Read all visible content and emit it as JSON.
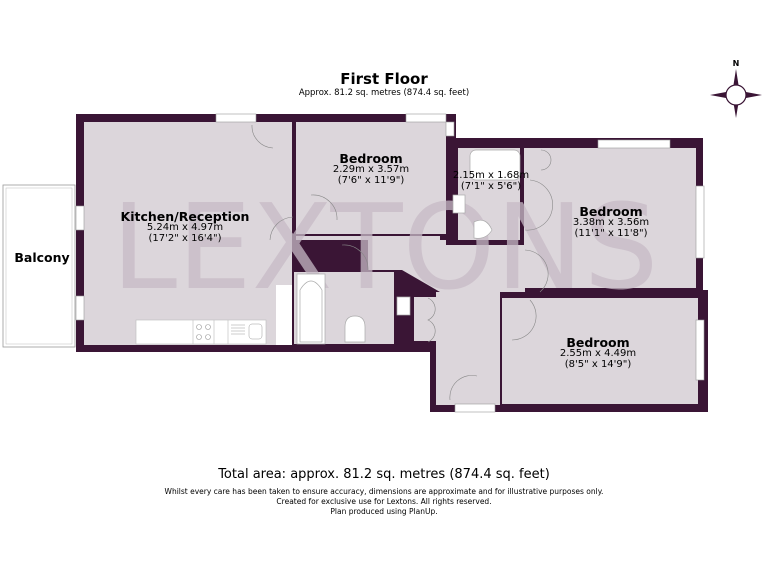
{
  "header": {
    "title": "First Floor",
    "subtitle": "Approx. 81.2 sq. metres (874.4 sq. feet)"
  },
  "compass": {
    "label": "N"
  },
  "watermark": "LEXTONS",
  "rooms": [
    {
      "id": "kitchen",
      "name": "Kitchen/Reception",
      "metric": "5.24m x 4.97m",
      "imperial": "(17'2\" x 16'4\")"
    },
    {
      "id": "bedroom1",
      "name": "Bedroom",
      "metric": "2.29m x 3.57m",
      "imperial": "(7'6\" x 11'9\")"
    },
    {
      "id": "ensuite",
      "name": "",
      "metric": "2.15m x 1.68m",
      "imperial": "(7'1\" x 5'6\")"
    },
    {
      "id": "bedroom2",
      "name": "Bedroom",
      "metric": "3.38m x 3.56m",
      "imperial": "(11'1\" x 11'8\")"
    },
    {
      "id": "bedroom3",
      "name": "Bedroom",
      "metric": "2.55m x 4.49m",
      "imperial": "(8'5\" x 14'9\")"
    },
    {
      "id": "balcony",
      "name": "Balcony",
      "metric": "",
      "imperial": ""
    }
  ],
  "footer": {
    "total": "Total area: approx. 81.2 sq. metres (874.4 sq. feet)",
    "disclaimer": "Whilst every care has been taken to ensure accuracy, dimensions are approximate and for illustrative purposes only.",
    "credit": "Created for exclusive use for Lextons. All rights reserved.",
    "produced": "Plan produced using PlanUp."
  },
  "colors": {
    "wall": "#3a1535",
    "floor": "#dcd6db",
    "watermark": "#c7bac5",
    "fixture": "#ffffff"
  }
}
